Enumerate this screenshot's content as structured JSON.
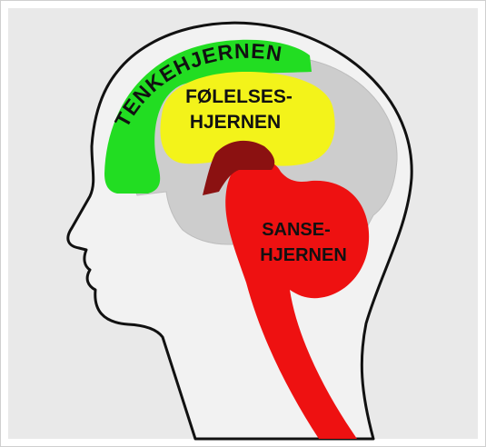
{
  "labels": {
    "thinking_brain": "TENKEHJERNEN",
    "emotion_brain_line1": "FØLELSES-",
    "emotion_brain_line2": "HJERNEN",
    "sensory_brain_line1": "SANSE-",
    "sensory_brain_line2": "HJERNEN"
  },
  "colors": {
    "background": "#e9e9e9",
    "outline": "#111111",
    "brain_gray": "#cdcdcd",
    "thinking_brain": "#22dd22",
    "emotion_brain": "#f3f31a",
    "sensory_brain": "#ee1111",
    "midbrain_dark": "#8b1111"
  }
}
